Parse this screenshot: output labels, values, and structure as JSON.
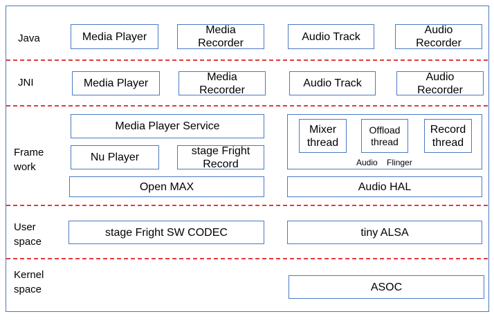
{
  "layers": {
    "java": "Java",
    "jni": "JNI",
    "framework": "Frame\nwork",
    "user_space": "User\nspace",
    "kernel_space": "Kernel\nspace"
  },
  "java_row": {
    "media_player": "Media Player",
    "media_recorder": "Media\nRecorder",
    "audio_track": "Audio Track",
    "audio_recorder": "Audio\nRecorder"
  },
  "jni_row": {
    "media_player": "Media Player",
    "media_recorder": "Media\nRecorder",
    "audio_track": "Audio Track",
    "audio_recorder": "Audio\nRecorder"
  },
  "framework_row": {
    "media_player_service": "Media Player Service",
    "nu_player": "Nu Player",
    "stagefright_record": "stage Fright\nRecord",
    "open_max": "Open MAX",
    "mixer_thread": "Mixer\nthread",
    "offload_thread": "Offload\nthread",
    "record_thread": "Record\nthread",
    "audio_flinger": "Audio    Flinger",
    "audio_hal": "Audio HAL"
  },
  "user_row": {
    "stagefright_codec": "stage Fright  SW  CODEC",
    "tiny_alsa": "tiny ALSA"
  },
  "kernel_row": {
    "asoc": "ASOC"
  },
  "colors": {
    "box_border": "#4a78c2",
    "separator": "#e03a3a"
  }
}
